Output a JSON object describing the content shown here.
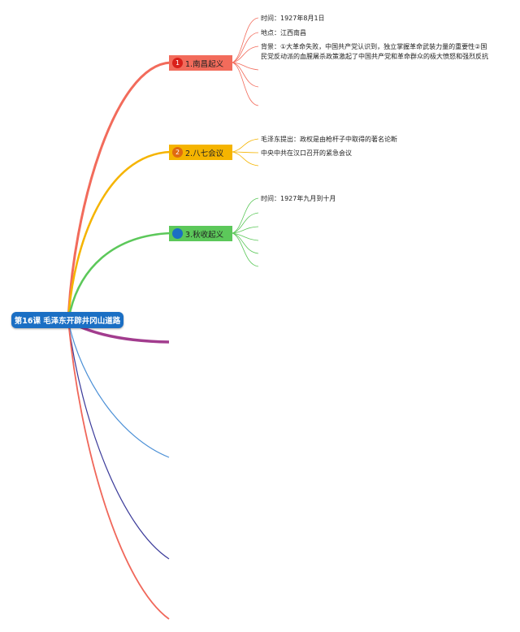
{
  "root": {
    "label": "第16课 毛泽东开辟井冈山道路"
  },
  "colors": {
    "root": "#1b6fc4",
    "topic_red": "#f26b5b",
    "topic_yellow": "#f5b400",
    "topic_green": "#5cc85a",
    "branch_purple": "#a23c8e",
    "branch_blue": "#4a8fd6",
    "branch_indigo": "#3b3b9a",
    "branch_coral": "#f0675a"
  },
  "topics": [
    {
      "label": "1.南昌起义",
      "badge": "1",
      "badge_icon": "circled-number-icon"
    },
    {
      "label": "2.八七会议",
      "badge": "2",
      "badge_icon": "circled-number-icon"
    },
    {
      "label": "3.秋收起义",
      "badge": "",
      "badge_icon": "circle-icon"
    }
  ],
  "nanchang": {
    "time": "时间：1927年8月1日",
    "place": "地点：江西南昌",
    "background": "背景：①大革命失败，中国共产党认识到，独立掌握革命武装力量的重要性②国民党反动派的血腥屠杀政策激起了中国共产党和革命群众的极大愤怒和强烈反抗"
  },
  "baqi": {
    "item1": "毛泽东提出：政权是由枪杆子中取得的著名论断",
    "item2": "中央中共在汉口召开的紧急会议"
  },
  "qiushou": {
    "time": "时间：1927年九月到十月"
  }
}
